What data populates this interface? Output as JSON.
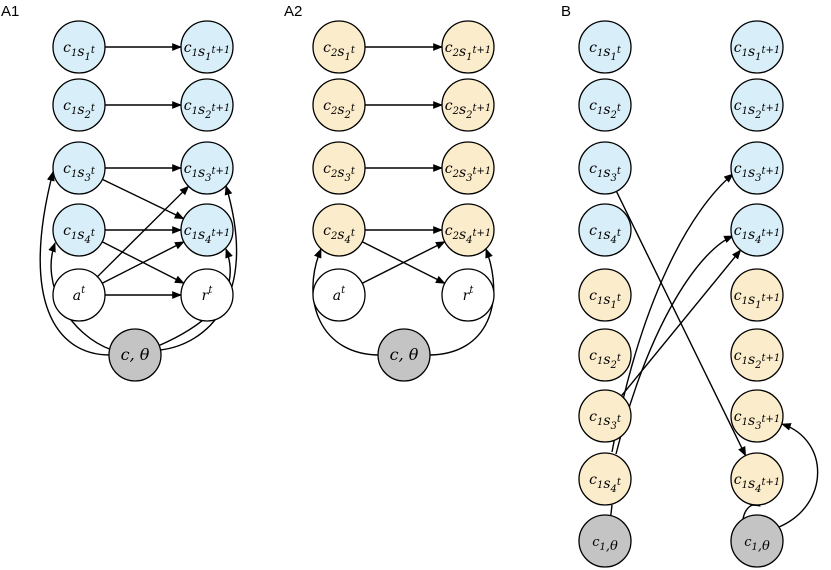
{
  "panels": {
    "A1": {
      "label": "A1",
      "nodes": {
        "s1t": "c1s1^t",
        "s1n": "c1s1^t+1",
        "s2t": "c1s2^t",
        "s2n": "c1s2^t+1",
        "s3t": "c1s3^t",
        "s3n": "c1s3^t+1",
        "s4t": "c1s4^t",
        "s4n": "c1s4^t+1",
        "a": "a^t",
        "r": "r^t",
        "ct": "c, θ"
      }
    },
    "A2": {
      "label": "A2",
      "nodes": {
        "s1t": "c2s1^t",
        "s1n": "c2s1^t+1",
        "s2t": "c2s2^t",
        "s2n": "c2s2^t+1",
        "s3t": "c2s3^t",
        "s3n": "c2s3^t+1",
        "s4t": "c2s4^t",
        "s4n": "c2s4^t+1",
        "a": "a^t",
        "r": "r^t",
        "ct": "c, θ"
      }
    },
    "B": {
      "label": "B",
      "nodes": {
        "l1": "c1s1^t",
        "l2": "c1s2^t",
        "l3": "c1s3^t",
        "l4": "c1s4^t",
        "l5": "c1s1^t",
        "l6": "c1s2^t",
        "l7": "c1s3^t",
        "l8": "c1s4^t",
        "lct": "c1,θ",
        "r1": "c1s1^t+1",
        "r2": "c1s2^t+1",
        "r3": "c1s3^t+1",
        "r4": "c1s4^t+1",
        "r5": "c1s1^t+1",
        "r6": "c1s2^t+1",
        "r7": "c1s3^t+1",
        "r8": "c1s4^t+1",
        "rct": "c1,θ"
      }
    }
  },
  "colors": {
    "blue": "#d8eef8",
    "yellow": "#fbeccb",
    "white": "#ffffff",
    "gray": "#c4c4c4"
  }
}
